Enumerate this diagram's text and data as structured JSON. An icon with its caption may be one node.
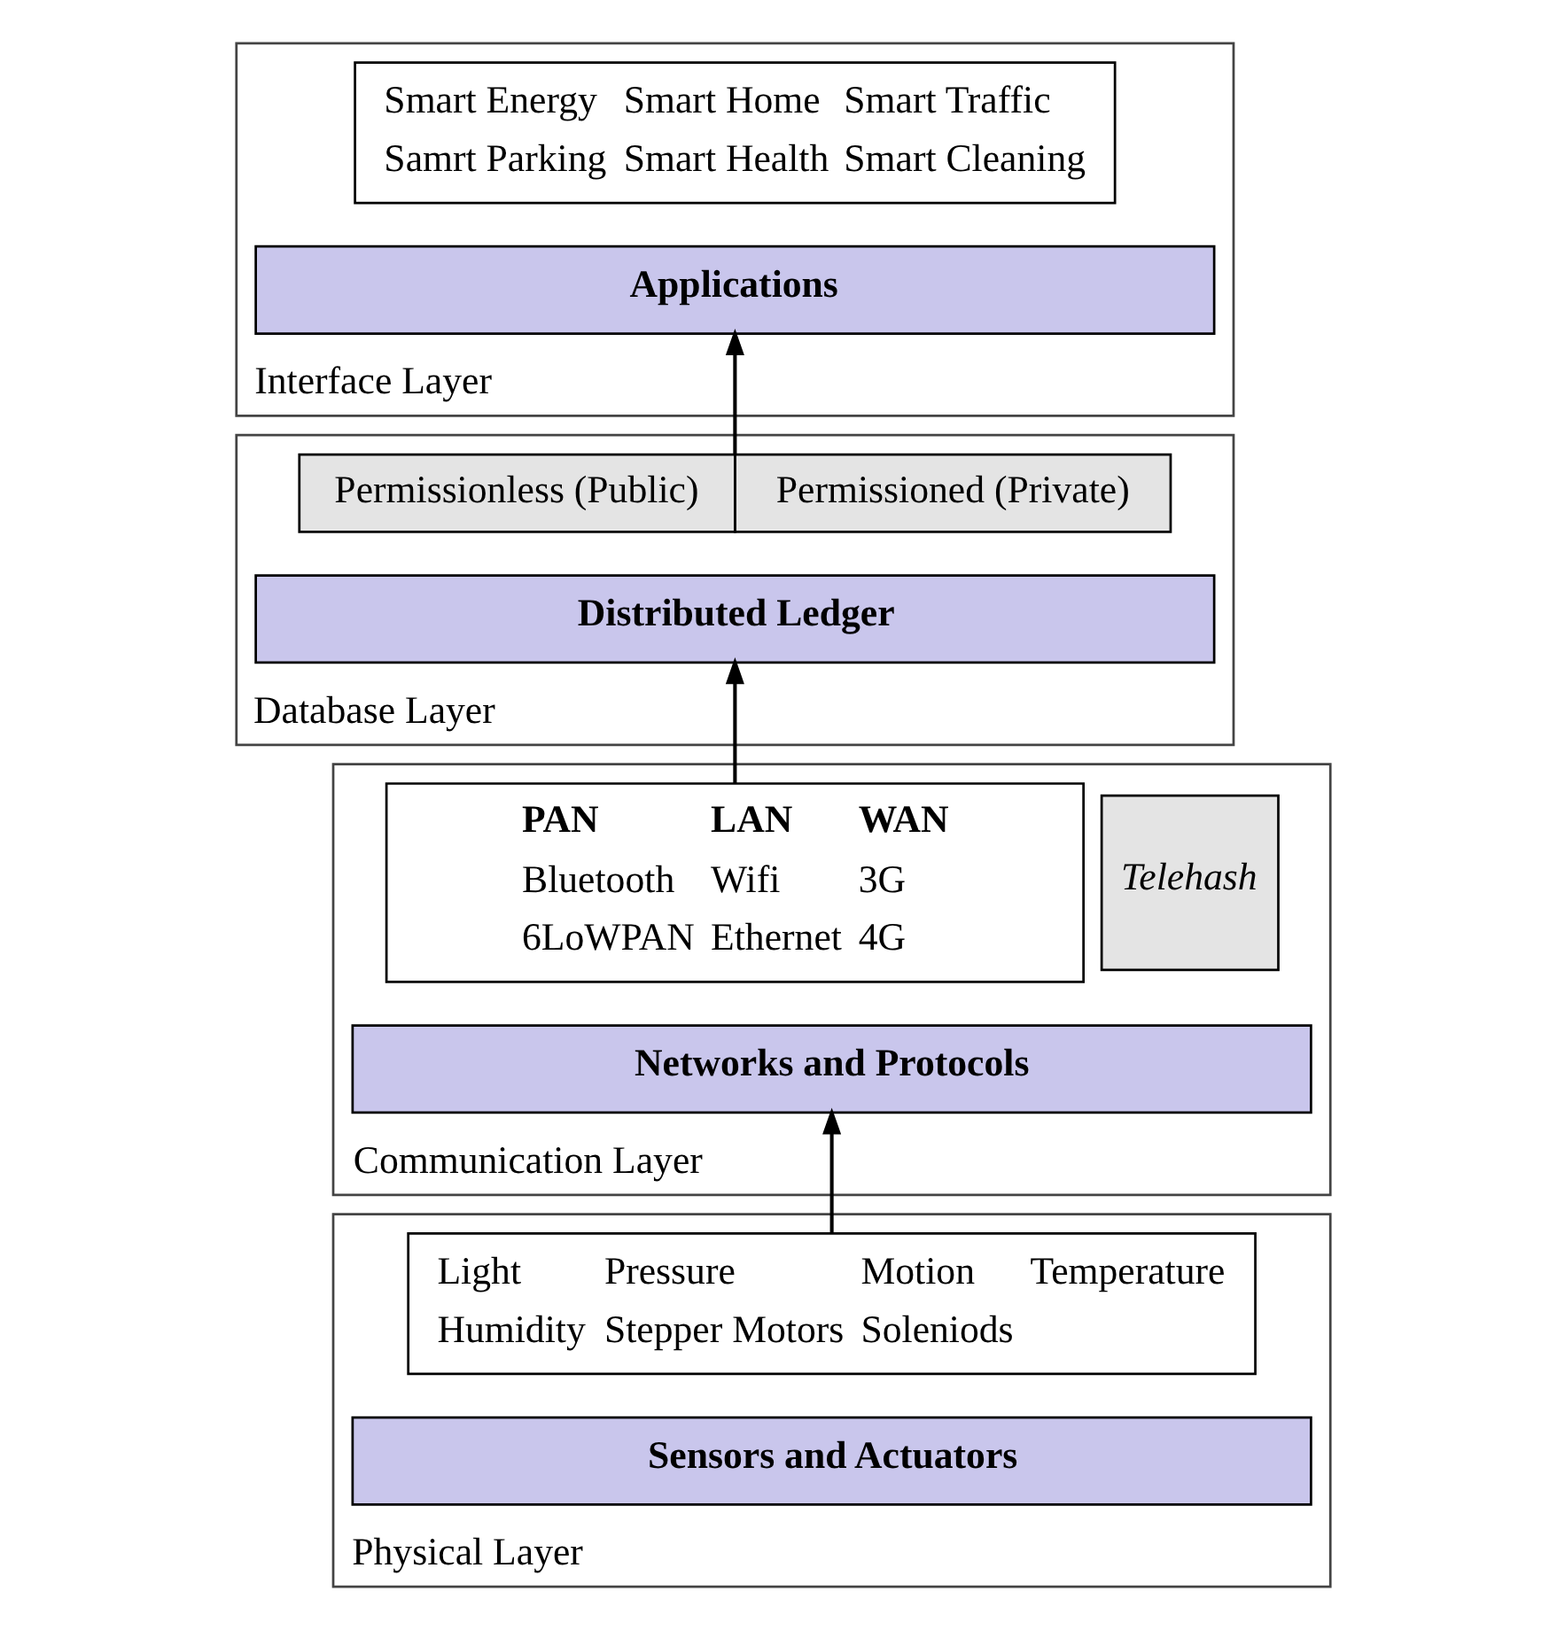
{
  "diagram": {
    "nodes": [
      {
        "text": [
          "Interface Layer"
        ]
      },
      {
        "text": [
          "Smart Energy",
          "Smart Home",
          "Smart Traffic",
          "Samrt Parking",
          "Smart Health",
          "Smart Cleaning"
        ],
        "in": 0
      },
      {
        "text": [
          "Applications"
        ],
        "in": 0
      },
      {
        "text": [
          "Database Layer"
        ]
      },
      {
        "text": [
          "Permissionless (Public)",
          "Permissioned (Private)"
        ],
        "in": 3
      },
      {
        "text": [
          "Distributed Ledger"
        ],
        "in": 3
      },
      {
        "text": [
          "Communication Layer"
        ]
      },
      {
        "text": [
          "PAN",
          "LAN",
          "WAN",
          "Bluetooth",
          "Wifi",
          "3G",
          "6LoWPAN",
          "Ethernet",
          "4G"
        ],
        "in": 6
      },
      {
        "text": [
          "Telehash"
        ],
        "in": 6
      },
      {
        "text": [
          "Networks and Protocols"
        ],
        "in": 6
      },
      {
        "text": [
          "Physical Layer"
        ]
      },
      {
        "text": [
          "Light",
          "Pressure",
          "Motion",
          "Temperature",
          "Humidity",
          "Stepper Motors",
          "Soleniods"
        ],
        "in": 10
      },
      {
        "text": [
          "Sensors and Actuators"
        ],
        "in": 10
      }
    ],
    "edges": [
      {
        "from": 11,
        "to": 9,
        "arrow": "to"
      },
      {
        "from": 7,
        "to": 5,
        "arrow": "to"
      },
      {
        "from": 4,
        "to": 2,
        "arrow": "to"
      }
    ]
  }
}
